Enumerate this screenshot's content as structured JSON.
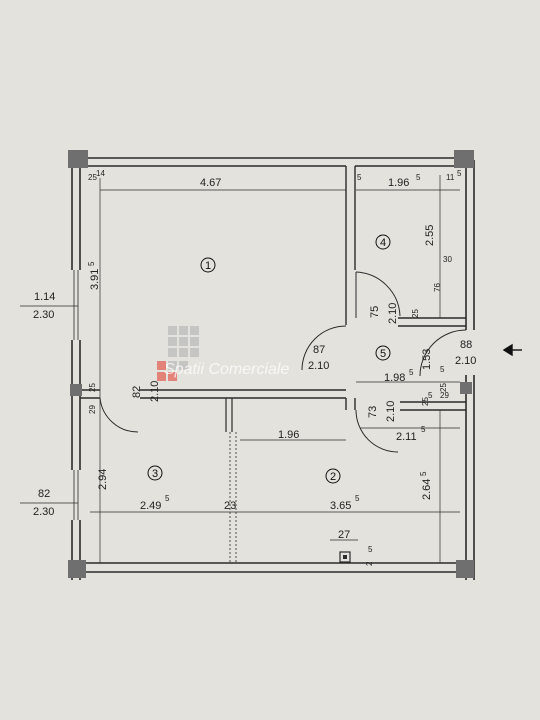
{
  "colors": {
    "paper": "#e3e2dc",
    "wall": "#2b2b2b",
    "column": "#6f6f6f",
    "watermark_accent": "#e35a4f",
    "watermark_grey": "#b9b9b9"
  },
  "watermark": {
    "text": "Spatii Comerciale"
  },
  "rooms": [
    {
      "id": "1",
      "label": "1"
    },
    {
      "id": "2",
      "label": "2"
    },
    {
      "id": "3",
      "label": "3"
    },
    {
      "id": "4",
      "label": "4"
    },
    {
      "id": "5",
      "label": "5"
    }
  ],
  "dimensions": {
    "top_467": "4.67",
    "top_196": "1.96",
    "top_5a": "5",
    "top_5b": "5",
    "top_25": "25",
    "top_14": "14",
    "top_11": "11",
    "top_5c": "5",
    "room1_height": "3.91",
    "room1_height_sup": "5",
    "room4_height": "2.55",
    "room4_30": "30",
    "room4_76": "76",
    "door_75": "75",
    "door_210a": "2.10",
    "door_25a": "25",
    "win_left_114": "1.14",
    "win_left_230": "2.30",
    "door_87": "87",
    "door_87_h": "2.10",
    "ent_88": "88",
    "ent_88_h": "2.10",
    "hall_153": "1.53",
    "hall_198": "1.98",
    "hall_198_sup": "5",
    "hall_5a": "5",
    "hall_25": "25",
    "left_25": "25",
    "left_29": "29",
    "left_82": "82",
    "left_82_h": "2.10",
    "door_73": "73",
    "door_73_h": "2.10",
    "door_25b": "25",
    "door_5b": "5",
    "right_29": "29",
    "mid_196": "1.96",
    "mid_211": "2.11",
    "mid_211_sup": "5",
    "room3_h": "2.94",
    "room2_h": "2.64",
    "room2_h_sup": "5",
    "win2_82": "82",
    "win2_230": "2.30",
    "room3_w": "2.49",
    "room3_w_sup": "5",
    "wall_23": "23",
    "room2_w": "3.65",
    "room2_w_sup": "5",
    "bottom_27": "27",
    "bottom_2": "2",
    "bottom_5": "5"
  }
}
